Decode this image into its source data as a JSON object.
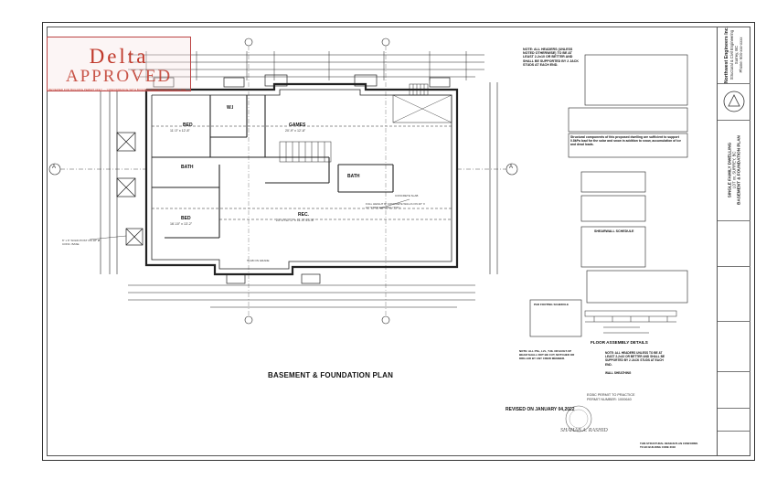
{
  "stamp": {
    "logo_text": "Delta",
    "status": "APPROVED",
    "fine_print": "REVIEWED FOR BUILDING PERMIT ONLY — CONFORMANCE WITH BUILDING CODE REMAINS WITH THE OWNER"
  },
  "plan": {
    "title": "BASEMENT & FOUNDATION PLAN",
    "revised": "REVISED ON JANUARY 04,2022",
    "rooms": [
      {
        "name": "BED",
        "dims": "11'-0\" x 12'-8\""
      },
      {
        "name": "W.I",
        "dims": ""
      },
      {
        "name": "GAMES",
        "dims": "20'-9\" x 12'-8\""
      },
      {
        "name": "BATH",
        "dims": ""
      },
      {
        "name": "BATH",
        "dims": ""
      },
      {
        "name": "BED",
        "dims": "16'-10\" x 13'-2\""
      },
      {
        "name": "REC.",
        "dims": "20'-4\"/11'-3\" x 11'-4\"/13'-8\""
      }
    ],
    "annotations": {
      "concrete_slab": "CONCRETE SLAB",
      "full_height": "FULL HEIGHT 8\" CONCRETE WALLS ON 20\" X 10\" STRIP FOOTING (TYP.)",
      "post": "6\" x 6\" SOLID POST ON 18\" Ø CONC. BASE",
      "slab_on_grade": "SLAB ON GRADE",
      "grid_a": "A"
    }
  },
  "notes": {
    "top_note": "NOTE: ALL HEADERS (UNLESS NOTED OTHERWISE) TO BE AT LEAST 2-2x10 OR BETTER AND SHALL BE SUPPORTED BY 2 JACK STUDS AT EACH END.",
    "structural": "Structural components of this proposed dwelling are sufficient to support 0.8kPa load for the solar and snow in addition to snow, accumulation of ice and dead loads.",
    "shearwall_title": "SHEARWALL SCHEDULE",
    "pad_footing_title": "PAD FOOTING SCHEDULE",
    "floor_assembly_title": "FLOOR ASSEMBLY DETAILS",
    "bottom_note_left": "NOTE: ALL PSL, LVL, TJIL OR BUILT-UP BEAM SHALL NOT BE CUT, NOTCHED OR DRILLED BY ANY CREW MEMBER.",
    "bottom_note_right": "NOTE: ALL HEADERS UNLESS TO BE AT LEAST 2-2x10 OR BETTER AND SHALL BE SUPPORTED BY 2 JACK STUDS AT EACH END.",
    "wall_sheathing": "WALL SHEATHING",
    "egbc": "EGBC PERMIT TO PRACTICE",
    "permit_number": "PERMIT NUMBER: 1000640",
    "signature": "SHAHAB A. RASHID",
    "code_note": "THIS STRUCTURAL DESIGN PLAN CONFORMS TO BC BUILDING CODE 2018"
  },
  "title_block": {
    "firm": "Northwest Engineers Inc.",
    "firm_lines": [
      "Structural & Civil Engineering",
      "Surrey, BC",
      "Phone: 604-xxx-xxxx"
    ],
    "project": "SINGLE FAMILY DWELLING",
    "project_sub": "LOT xx, SURREY, BC",
    "sheet_title": "BASEMENT & FOUNDATION PLAN"
  }
}
